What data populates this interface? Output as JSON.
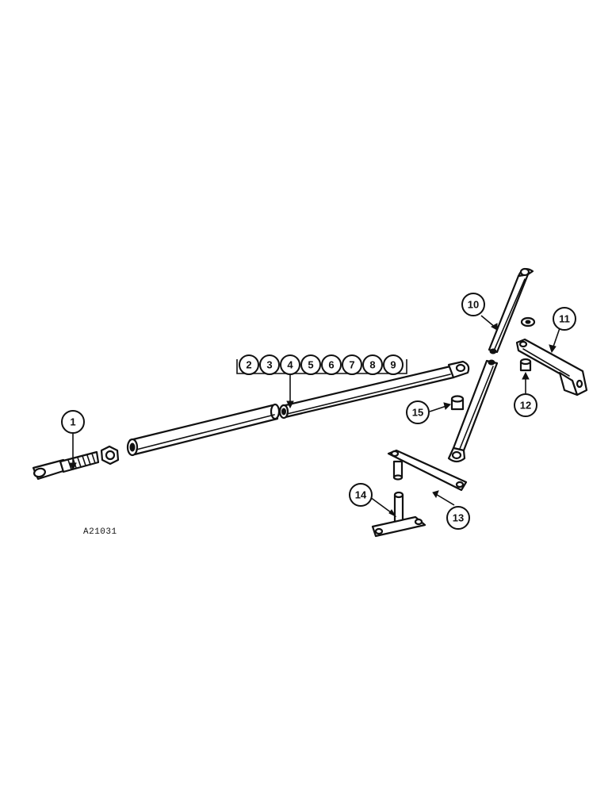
{
  "drawing_code": "A21031",
  "callouts": {
    "c1": "1",
    "c2": "2",
    "c3": "3",
    "c4": "4",
    "c5": "5",
    "c6": "6",
    "c7": "7",
    "c8": "8",
    "c9": "9",
    "c10": "10",
    "c11": "11",
    "c12": "12",
    "c13": "13",
    "c14": "14",
    "c15": "15"
  },
  "colors": {
    "ink": "#111111",
    "paper": "#ffffff"
  }
}
